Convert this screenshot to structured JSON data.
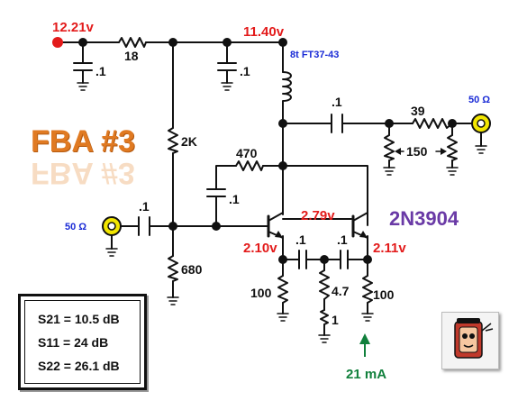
{
  "title": "FBA #3",
  "title_reflection": "FBA #3",
  "transistor_part": "2N3904",
  "voltages": {
    "supply": "12.21v",
    "collector_node": "11.40v",
    "base_node": "2.79v",
    "emitter_left": "2.10v",
    "emitter_right": "2.11v"
  },
  "inductor_label": "8t FT37-43",
  "components": {
    "r_supply": "18",
    "c_supply_left": ".1",
    "c_supply_right": ".1",
    "r_bias_top": "2K",
    "r_bias_bottom": "680",
    "r_feedback": "470",
    "c_feedback": ".1",
    "c_input": ".1",
    "c_output": ".1",
    "r_output": "39",
    "r_pot": "150",
    "c_emitter_left": ".1",
    "c_emitter_right": ".1",
    "r_emitter_left": "100",
    "r_emitter_mid": "4.7",
    "r_emitter_mid_low": "1",
    "r_emitter_right": "100"
  },
  "ports": {
    "input": "50 Ω",
    "output": "50 Ω"
  },
  "current": "21 mA",
  "specs": {
    "s21": "S21 = 10.5 dB",
    "s11": "S11 = 24 dB",
    "s22": "S22 = 26.1 dB"
  },
  "colors": {
    "voltage": "#e31b1b",
    "title": "#e07a22",
    "part_number": "#6a3aa6",
    "inductor_label": "#1a2bd6",
    "current_arrow": "#11803c"
  }
}
